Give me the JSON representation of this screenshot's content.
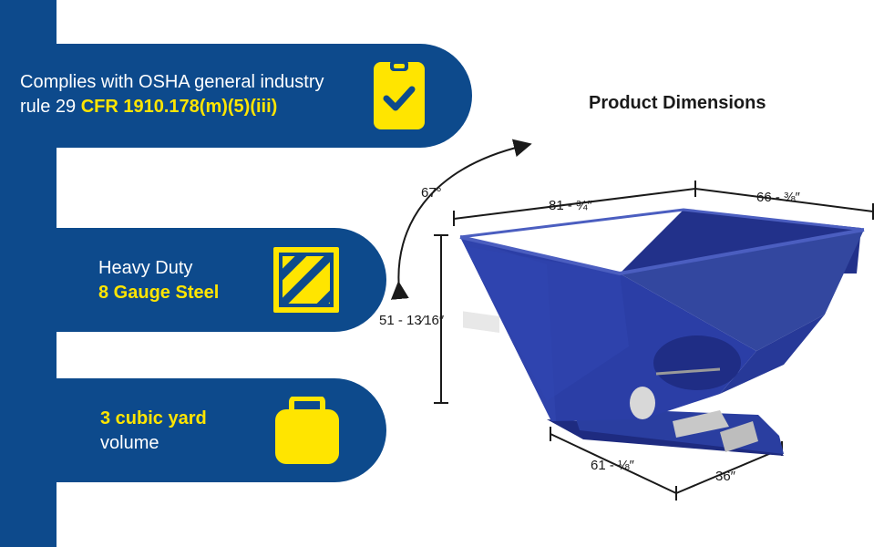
{
  "features": [
    {
      "line1": "Complies with OSHA general industry",
      "line2_prefix": "rule 29 ",
      "line2_highlight": "CFR 1910.178(m)(5)(iii)",
      "icon": "clipboard-check-icon"
    },
    {
      "line1": "Heavy Duty",
      "line2_highlight": "8 Gauge Steel",
      "icon": "steel-stripes-icon"
    },
    {
      "line1_highlight": "3 cubic yard",
      "line2": "volume",
      "icon": "weight-icon"
    }
  ],
  "dimensions": {
    "title": "Product Dimensions",
    "angle": "67°",
    "top_length": "81 - ¾″",
    "top_width": "66 - ⅜″",
    "height": "51 - 13⁄16″",
    "base_length": "61 - ⅛″",
    "base_width": "36″"
  },
  "colors": {
    "brand_blue": "#0d4a8c",
    "accent_yellow": "#ffe500",
    "hopper_blue": "#27389a"
  }
}
